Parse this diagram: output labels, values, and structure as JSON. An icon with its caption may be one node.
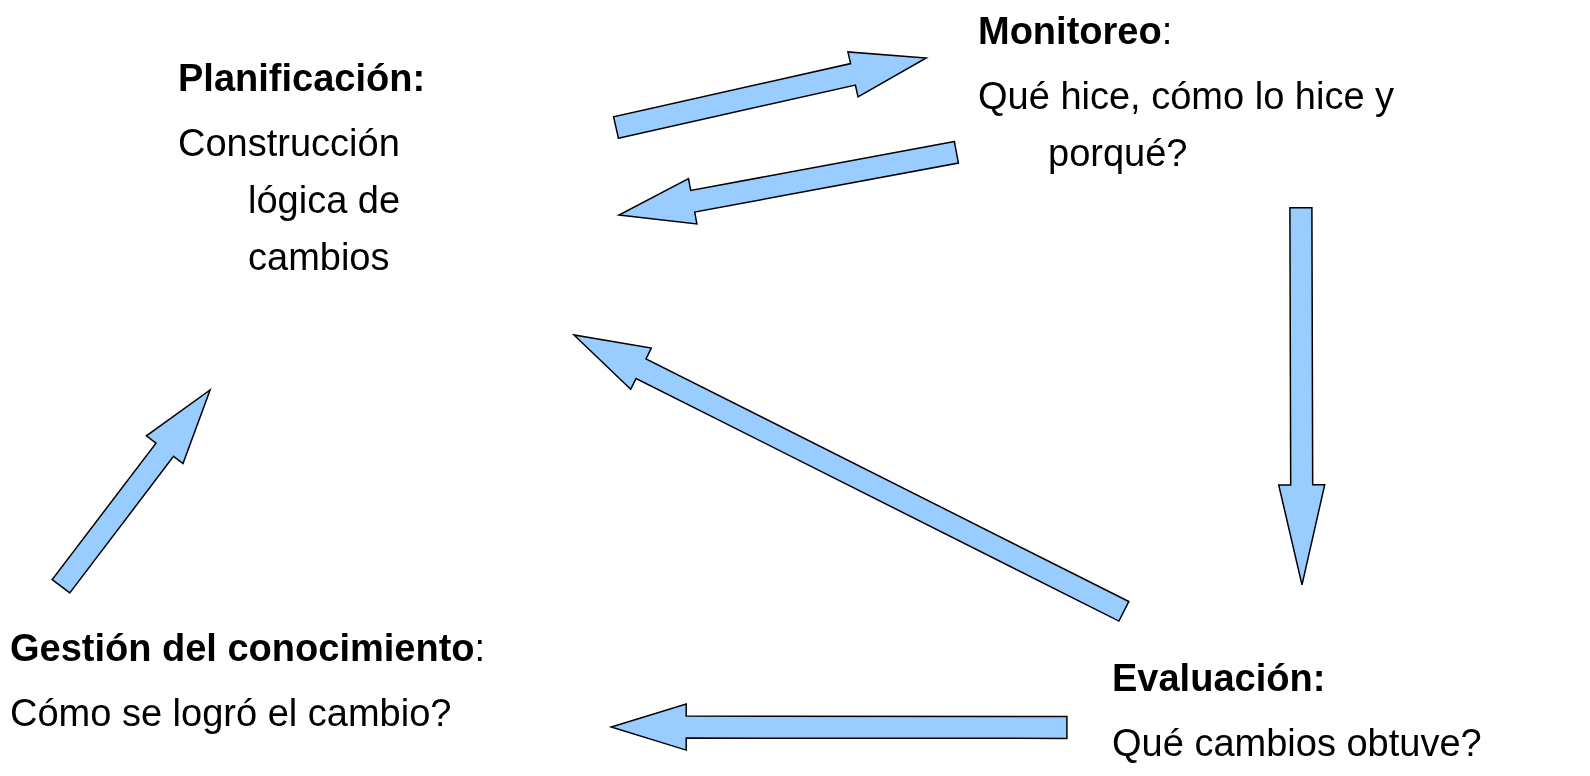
{
  "diagram": {
    "nodes": [
      {
        "text": [
          "Planificación:",
          "Construcción lógica de cambios"
        ]
      },
      {
        "text": [
          "**Monitoreo**:",
          "Qué hice, cómo lo hice y porqué?"
        ]
      },
      {
        "text": [
          "Evaluación:",
          "Qué cambios obtuve?"
        ]
      },
      {
        "text": [
          "**Gestión del conocimiento**:",
          "Cómo se logró el cambio?"
        ]
      }
    ],
    "edges": [
      {
        "from": 0,
        "to": 1,
        "arrow": "to"
      },
      {
        "from": 1,
        "to": 0,
        "arrow": "to"
      },
      {
        "from": 1,
        "to": 2,
        "arrow": "to"
      },
      {
        "from": 2,
        "to": 0,
        "arrow": "to"
      },
      {
        "from": 2,
        "to": 3,
        "arrow": "to"
      },
      {
        "from": 3,
        "to": 0,
        "arrow": "to"
      }
    ]
  }
}
